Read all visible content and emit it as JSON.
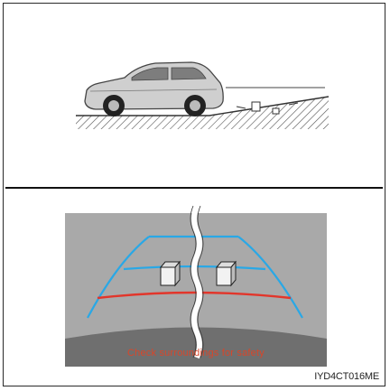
{
  "figure": {
    "top_panel": {
      "subject": "car reversing on slope with obstacles"
    },
    "bottom_panel": {
      "subject": "rear view camera display with guide lines",
      "warning_text": "Check surroundings for safety",
      "colors": {
        "screen_bg": "#a9a9a9",
        "screen_bottom": "#6f6f6f",
        "guide_blue": "#29a8e6",
        "guide_red": "#e2362b"
      }
    },
    "figure_code": "IYD4CT016ME"
  }
}
